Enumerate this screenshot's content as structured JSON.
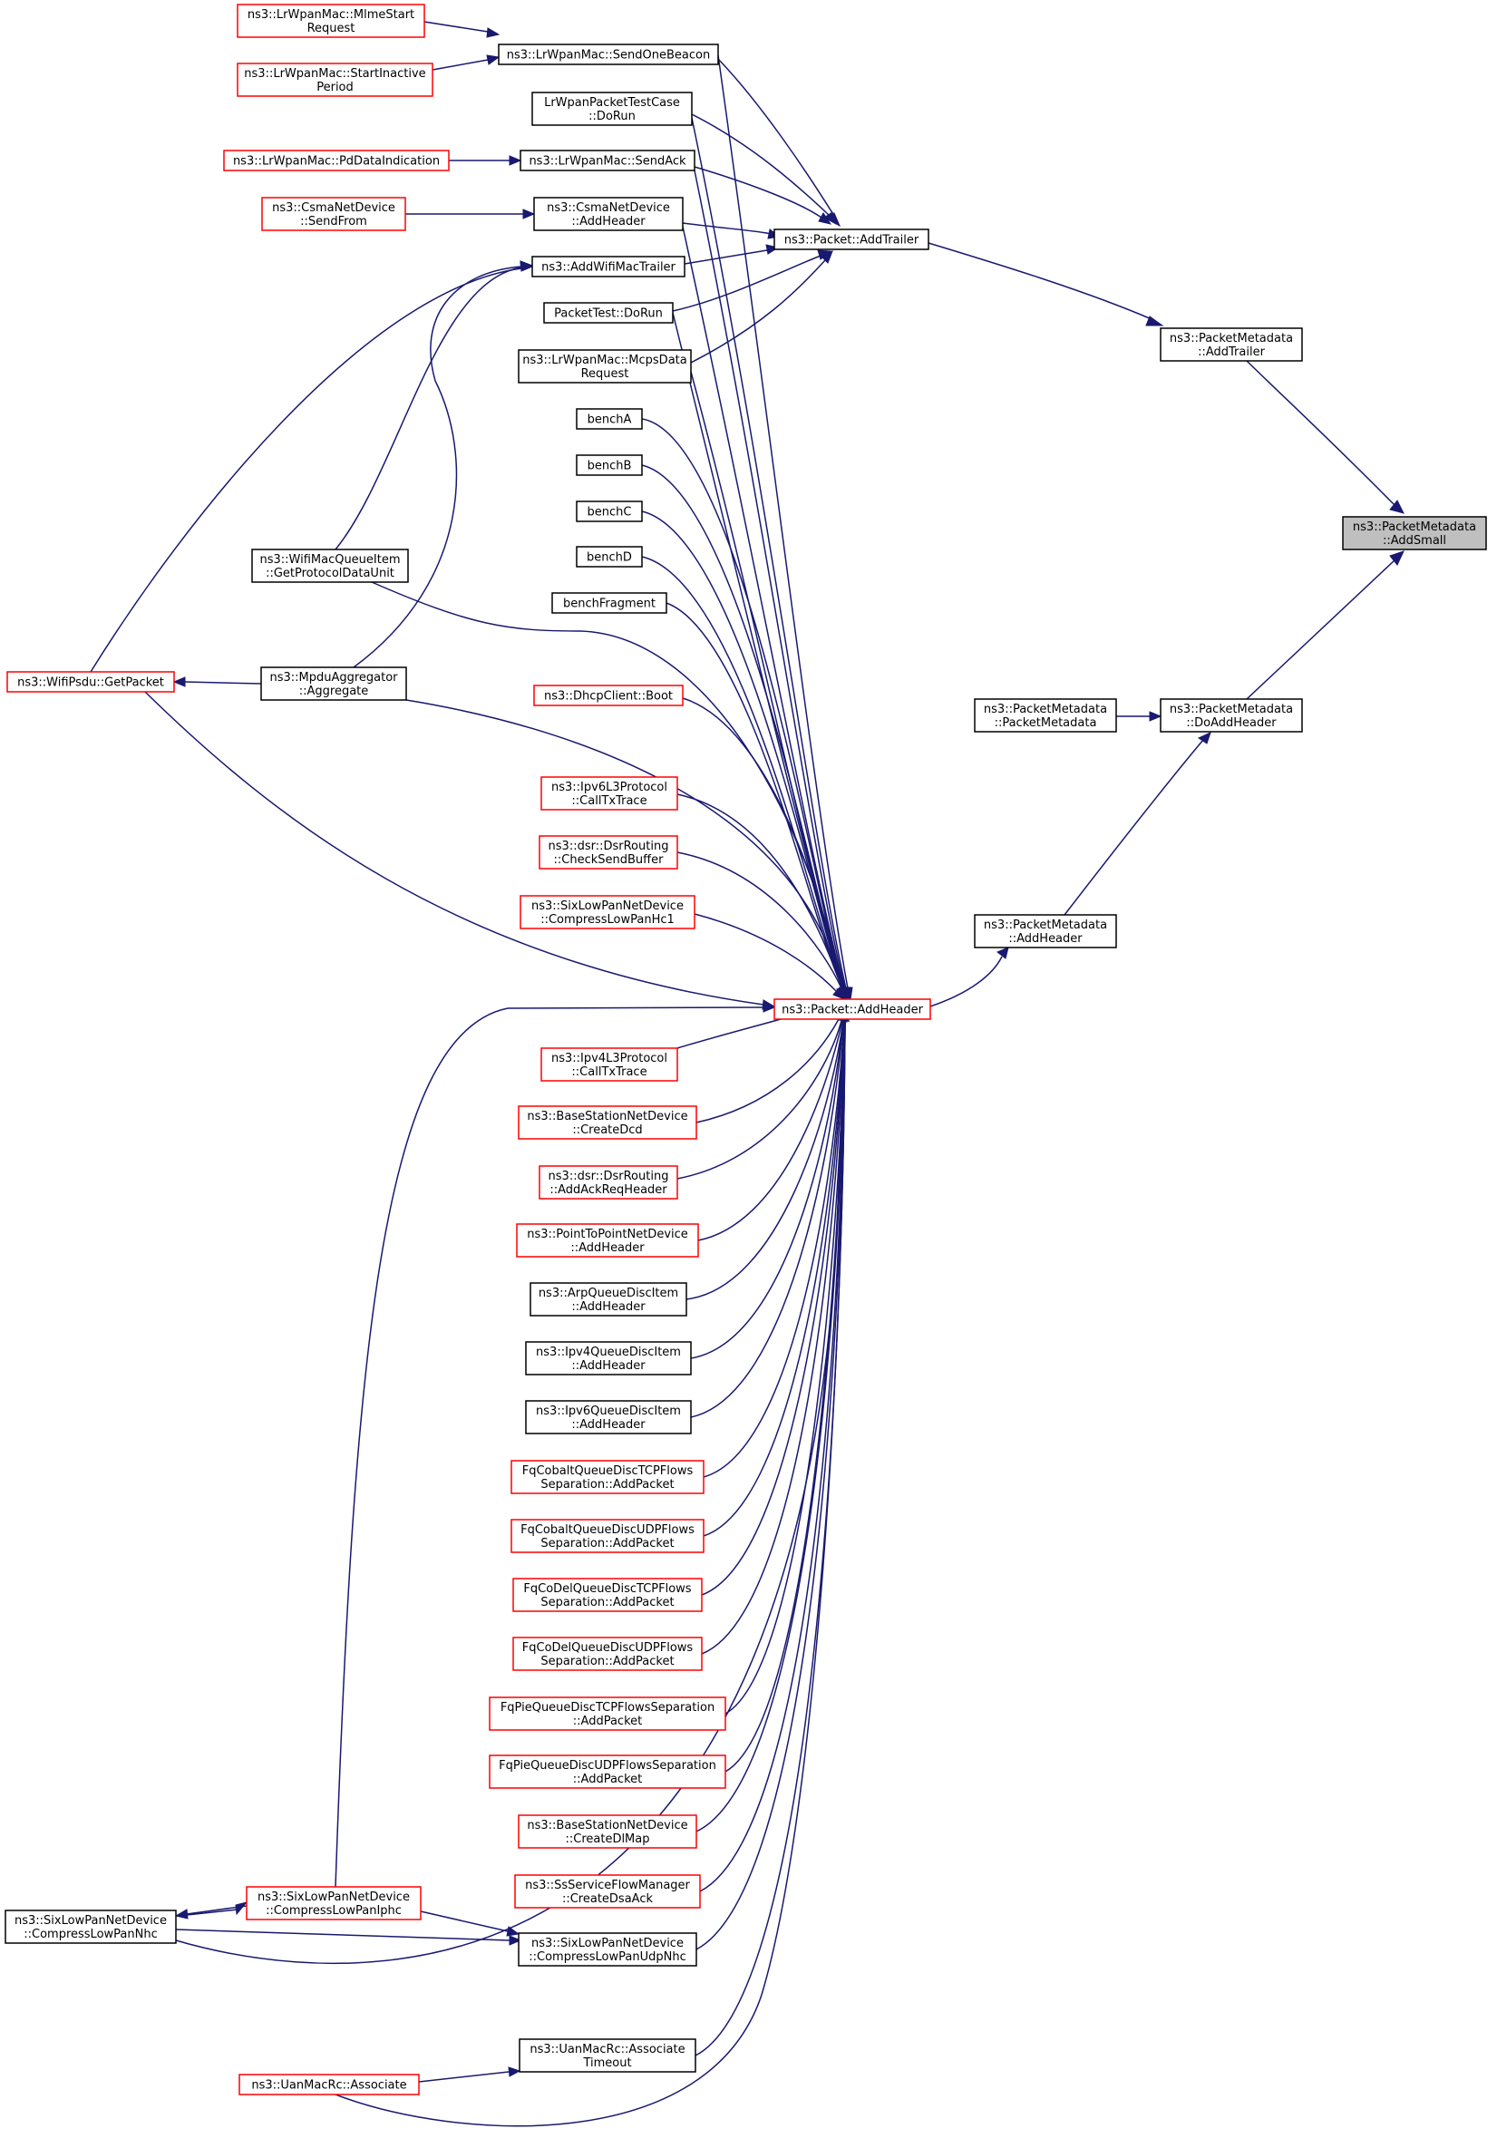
{
  "diagram": {
    "type": "call-graph",
    "edge_color": "#191970",
    "node_border_colors": {
      "black": "#000000",
      "red": "#ff0000",
      "root_fill": "#bfbfbf"
    },
    "nodes": [
      {
        "id": "addsmall",
        "lines": [
          "ns3::PacketMetadata",
          "::AddSmall"
        ],
        "border": "root"
      },
      {
        "id": "pm_addtrailer",
        "lines": [
          "ns3::PacketMetadata",
          "::AddTrailer"
        ],
        "border": "black"
      },
      {
        "id": "pm_doaddheader",
        "lines": [
          "ns3::PacketMetadata",
          "::DoAddHeader"
        ],
        "border": "black"
      },
      {
        "id": "pm_ctor",
        "lines": [
          "ns3::PacketMetadata",
          "::PacketMetadata"
        ],
        "border": "black"
      },
      {
        "id": "pm_addheader",
        "lines": [
          "ns3::PacketMetadata",
          "::AddHeader"
        ],
        "border": "black"
      },
      {
        "id": "pkt_addtrailer",
        "lines": [
          "ns3::Packet::AddTrailer"
        ],
        "border": "black"
      },
      {
        "id": "pkt_addheader",
        "lines": [
          "ns3::Packet::AddHeader"
        ],
        "border": "red"
      },
      {
        "id": "sendonebeacon",
        "lines": [
          "ns3::LrWpanMac::SendOneBeacon"
        ],
        "border": "black"
      },
      {
        "id": "mlmestart",
        "lines": [
          "ns3::LrWpanMac::MlmeStart",
          "Request"
        ],
        "border": "red"
      },
      {
        "id": "startinactive",
        "lines": [
          "ns3::LrWpanMac::StartInactive",
          "Period"
        ],
        "border": "red"
      },
      {
        "id": "lrwpantest",
        "lines": [
          "LrWpanPacketTestCase",
          "::DoRun"
        ],
        "border": "black"
      },
      {
        "id": "sendack",
        "lines": [
          "ns3::LrWpanMac::SendAck"
        ],
        "border": "black"
      },
      {
        "id": "pddata",
        "lines": [
          "ns3::LrWpanMac::PdDataIndication"
        ],
        "border": "red"
      },
      {
        "id": "csma_addheader",
        "lines": [
          "ns3::CsmaNetDevice",
          "::AddHeader"
        ],
        "border": "black"
      },
      {
        "id": "csma_sendfrom",
        "lines": [
          "ns3::CsmaNetDevice",
          "::SendFrom"
        ],
        "border": "red"
      },
      {
        "id": "addwifimactrailer",
        "lines": [
          "ns3::AddWifiMacTrailer"
        ],
        "border": "black"
      },
      {
        "id": "packettest",
        "lines": [
          "PacketTest::DoRun"
        ],
        "border": "black"
      },
      {
        "id": "mcpsdata",
        "lines": [
          "ns3::LrWpanMac::McpsData",
          "Request"
        ],
        "border": "black"
      },
      {
        "id": "bencha",
        "lines": [
          "benchA"
        ],
        "border": "black"
      },
      {
        "id": "benchb",
        "lines": [
          "benchB"
        ],
        "border": "black"
      },
      {
        "id": "benchc",
        "lines": [
          "benchC"
        ],
        "border": "black"
      },
      {
        "id": "benchd",
        "lines": [
          "benchD"
        ],
        "border": "black"
      },
      {
        "id": "benchfragment",
        "lines": [
          "benchFragment"
        ],
        "border": "black"
      },
      {
        "id": "wifimacqueueitem",
        "lines": [
          "ns3::WifiMacQueueItem",
          "::GetProtocolDataUnit"
        ],
        "border": "black"
      },
      {
        "id": "mpduaggregator",
        "lines": [
          "ns3::MpduAggregator",
          "::Aggregate"
        ],
        "border": "black"
      },
      {
        "id": "wifipsdu",
        "lines": [
          "ns3::WifiPsdu::GetPacket"
        ],
        "border": "red"
      },
      {
        "id": "dhcpboot",
        "lines": [
          "ns3::DhcpClient::Boot"
        ],
        "border": "red"
      },
      {
        "id": "ipv6calltx",
        "lines": [
          "ns3::Ipv6L3Protocol",
          "::CallTxTrace"
        ],
        "border": "red"
      },
      {
        "id": "dsrcheck",
        "lines": [
          "ns3::dsr::DsrRouting",
          "::CheckSendBuffer"
        ],
        "border": "red"
      },
      {
        "id": "sixhc1",
        "lines": [
          "ns3::SixLowPanNetDevice",
          "::CompressLowPanHc1"
        ],
        "border": "red"
      },
      {
        "id": "ipv4calltx",
        "lines": [
          "ns3::Ipv4L3Protocol",
          "::CallTxTrace"
        ],
        "border": "red"
      },
      {
        "id": "bscreatedcd",
        "lines": [
          "ns3::BaseStationNetDevice",
          "::CreateDcd"
        ],
        "border": "red"
      },
      {
        "id": "dsrackreq",
        "lines": [
          "ns3::dsr::DsrRouting",
          "::AddAckReqHeader"
        ],
        "border": "red"
      },
      {
        "id": "p2paddheader",
        "lines": [
          "ns3::PointToPointNetDevice",
          "::AddHeader"
        ],
        "border": "red"
      },
      {
        "id": "arpqdi",
        "lines": [
          "ns3::ArpQueueDiscItem",
          "::AddHeader"
        ],
        "border": "black"
      },
      {
        "id": "ipv4qdi",
        "lines": [
          "ns3::Ipv4QueueDiscItem",
          "::AddHeader"
        ],
        "border": "black"
      },
      {
        "id": "ipv6qdi",
        "lines": [
          "ns3::Ipv6QueueDiscItem",
          "::AddHeader"
        ],
        "border": "black"
      },
      {
        "id": "fqcobalttcp",
        "lines": [
          "FqCobaltQueueDiscTCPFlows",
          "Separation::AddPacket"
        ],
        "border": "red"
      },
      {
        "id": "fqcobaltudp",
        "lines": [
          "FqCobaltQueueDiscUDPFlows",
          "Separation::AddPacket"
        ],
        "border": "red"
      },
      {
        "id": "fqcodeltcp",
        "lines": [
          "FqCoDelQueueDiscTCPFlows",
          "Separation::AddPacket"
        ],
        "border": "red"
      },
      {
        "id": "fqcodeludp",
        "lines": [
          "FqCoDelQueueDiscUDPFlows",
          "Separation::AddPacket"
        ],
        "border": "red"
      },
      {
        "id": "fqpietcp",
        "lines": [
          "FqPieQueueDiscTCPFlowsSeparation",
          "::AddPacket"
        ],
        "border": "red"
      },
      {
        "id": "fqpieudp",
        "lines": [
          "FqPieQueueDiscUDPFlowsSeparation",
          "::AddPacket"
        ],
        "border": "red"
      },
      {
        "id": "bscreatedlmap",
        "lines": [
          "ns3::BaseStationNetDevice",
          "::CreateDlMap"
        ],
        "border": "red"
      },
      {
        "id": "sscreatedsaack",
        "lines": [
          "ns3::SsServiceFlowManager",
          "::CreateDsaAck"
        ],
        "border": "red"
      },
      {
        "id": "sixiphc",
        "lines": [
          "ns3::SixLowPanNetDevice",
          "::CompressLowPanIphc"
        ],
        "border": "red"
      },
      {
        "id": "sixnhc",
        "lines": [
          "ns3::SixLowPanNetDevice",
          "::CompressLowPanNhc"
        ],
        "border": "black"
      },
      {
        "id": "sixudpnhc",
        "lines": [
          "ns3::SixLowPanNetDevice",
          "::CompressLowPanUdpNhc"
        ],
        "border": "black"
      },
      {
        "id": "uanassoctimeout",
        "lines": [
          "ns3::UanMacRc::Associate",
          "Timeout"
        ],
        "border": "black"
      },
      {
        "id": "uanassociate",
        "lines": [
          "ns3::UanMacRc::Associate"
        ],
        "border": "red"
      }
    ]
  }
}
